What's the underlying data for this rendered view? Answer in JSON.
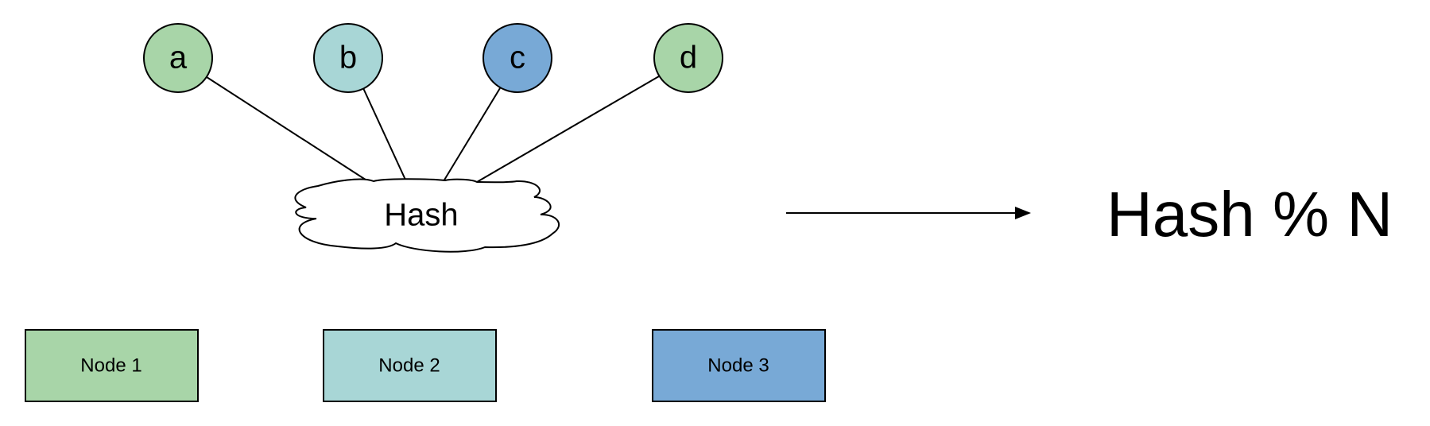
{
  "colors": {
    "green": "#a8d5a8",
    "teal": "#a8d6d6",
    "blue": "#78a9d6",
    "stroke": "#000000"
  },
  "keys": [
    {
      "label": "a",
      "color": "#a8d5a8"
    },
    {
      "label": "b",
      "color": "#a8d6d6"
    },
    {
      "label": "c",
      "color": "#78a9d6"
    },
    {
      "label": "d",
      "color": "#a8d5a8"
    }
  ],
  "hash": {
    "label": "Hash"
  },
  "formula": {
    "text": "Hash % N"
  },
  "nodes": [
    {
      "label": "Node 1",
      "color": "#a8d5a8"
    },
    {
      "label": "Node 2",
      "color": "#a8d6d6"
    },
    {
      "label": "Node 3",
      "color": "#78a9d6"
    }
  ]
}
